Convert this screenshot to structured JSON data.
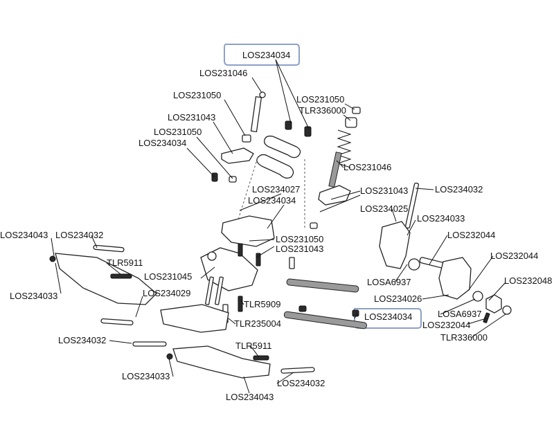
{
  "labels": {
    "l01": "LOS234034",
    "l02": "LOS231046",
    "l03": "LOS231050",
    "l04": "LOS231043",
    "l05": "LOS231050",
    "l06": "LOS234034",
    "l07": "LOS231050",
    "l08": "TLR336000",
    "l09": "LOS231046",
    "l10": "LOS234027",
    "l11": "LOS234034",
    "l12": "LOS231043",
    "l13": "LOS234032",
    "l14": "LOS234025",
    "l15": "LOS234033",
    "l16": "LOS234043",
    "l17": "LOS234032",
    "l18": "LOS231050",
    "l19": "LOS231043",
    "l20": "LOS232044",
    "l21": "TLR5911",
    "l22": "LOS231045",
    "l23": "LOS232044",
    "l24": "LOS234033",
    "l25": "LOS234029",
    "l26": "LOSA6937",
    "l27": "LOS232048",
    "l28": "LOS234026",
    "l29": "TLR5909",
    "l30": "LOS234034",
    "l31": "LOSA6937",
    "l32": "TLR235004",
    "l33": "LOS232044",
    "l34": "LOS234032",
    "l35": "TLR336000",
    "l36": "TLR5911",
    "l37": "LOS234033",
    "l38": "LOS234032",
    "l39": "LOS234043"
  }
}
